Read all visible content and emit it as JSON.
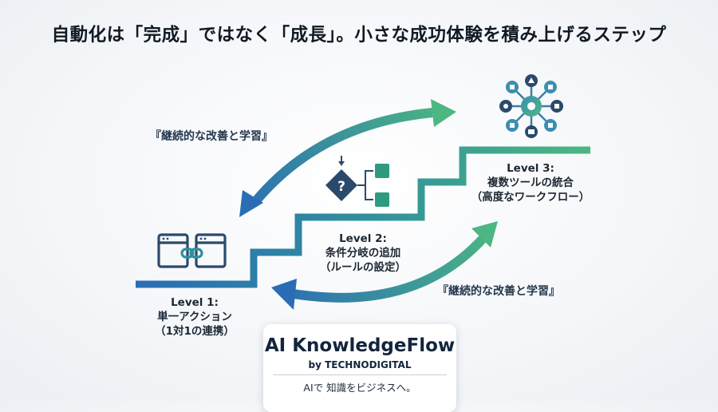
{
  "title": "自動化は「完成」ではなく「成長」。小さな成功体験を積み上げるステップ",
  "levels": [
    {
      "line1": "Level 1:",
      "line2": "単一アクション",
      "line3": "（1対1の連携）"
    },
    {
      "line1": "Level 2:",
      "line2": "条件分岐の追加",
      "line3": "（ルールの設定）"
    },
    {
      "line1": "Level 3:",
      "line2": "複数ツールの統合",
      "line3": "（高度なワークフロー）"
    }
  ],
  "loop_labels": {
    "upper": "『継続的な改善と学習』",
    "lower": "『継続的な改善と学習』"
  },
  "brand": {
    "name": "AI KnowledgeFlow",
    "by": "by TECHNODIGITAL",
    "tagline": "AIで 知識をビジネスへ。"
  },
  "icons": {
    "level1": "linked-windows-icon",
    "level2": "decision-branch-icon",
    "level3": "tool-hub-icon"
  },
  "colors": {
    "blue": "#2a6db5",
    "teal": "#2f8f9d",
    "green": "#4cb782",
    "icon_dark": "#2b4a6b"
  }
}
